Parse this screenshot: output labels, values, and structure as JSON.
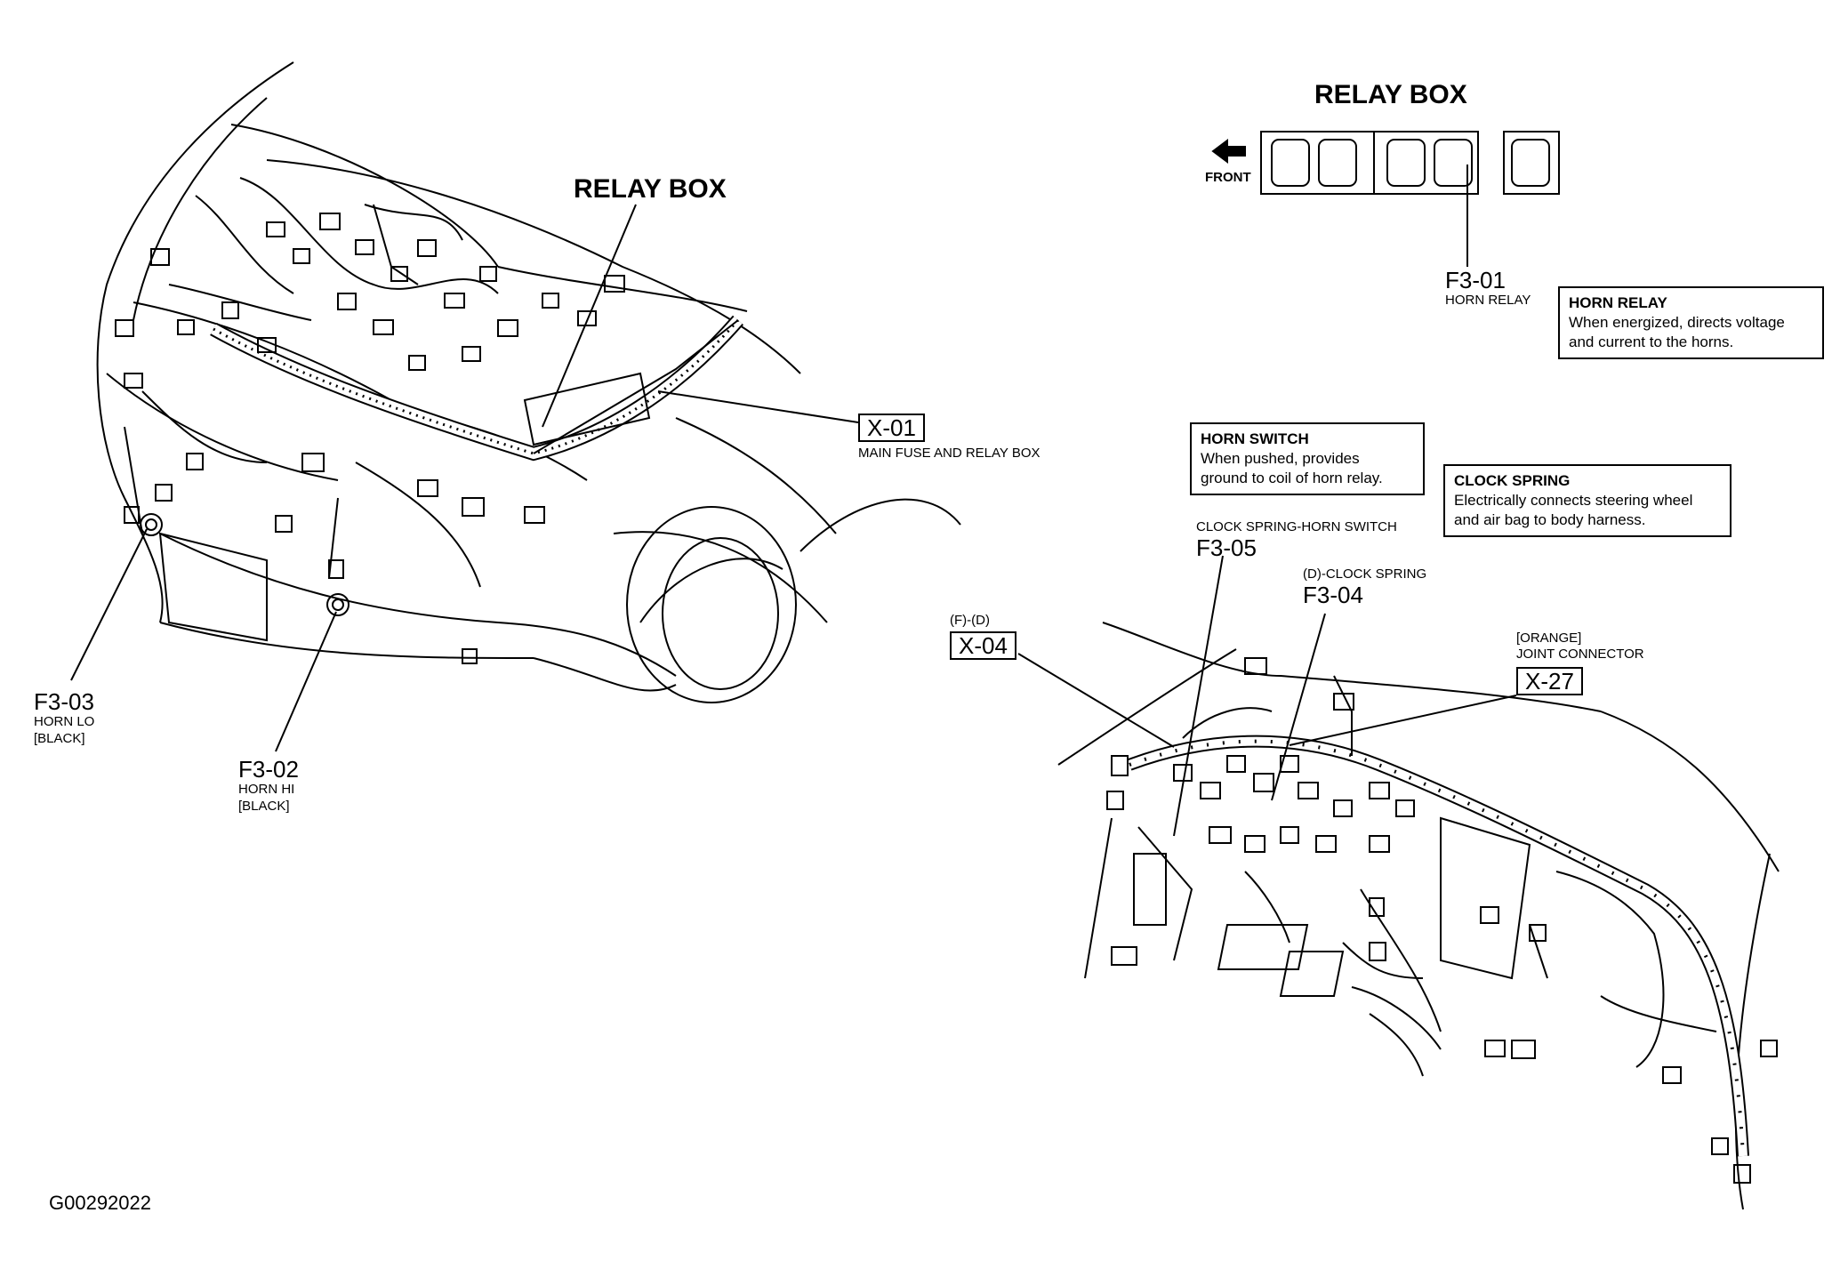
{
  "relay_box_detail": {
    "title": "RELAY BOX",
    "front_label": "FRONT",
    "horn_relay_code": "F3-01",
    "horn_relay_label": "HORN RELAY"
  },
  "engine_bay": {
    "relay_box_title": "RELAY BOX",
    "main_fuse_code": "X-01",
    "main_fuse_label": "MAIN FUSE AND RELAY BOX",
    "horn_lo_code": "F3-03",
    "horn_lo_label": "HORN LO",
    "horn_lo_color": "[BLACK]",
    "horn_hi_code": "F3-02",
    "horn_hi_label": "HORN HI",
    "horn_hi_color": "[BLACK]"
  },
  "notes": {
    "horn_relay": {
      "title": "HORN RELAY",
      "line1": "When energized, directs voltage",
      "line2": "and current to the horns."
    },
    "horn_switch": {
      "title": "HORN SWITCH",
      "line1": "When pushed, provides",
      "line2": "ground to coil of horn relay."
    },
    "clock_spring": {
      "title": "CLOCK SPRING",
      "line1": "Electrically connects steering wheel",
      "line2": "and air bag to body harness."
    }
  },
  "dash": {
    "clock_spring_horn_switch_label": "CLOCK SPRING-HORN SWITCH",
    "clock_spring_horn_switch_code": "F3-05",
    "d_clock_spring_label": "(D)-CLOCK SPRING",
    "d_clock_spring_code": "F3-04",
    "fd_label": "(F)-(D)",
    "fd_code": "X-04",
    "orange_label": "[ORANGE]",
    "joint_connector_label": "JOINT CONNECTOR",
    "joint_connector_code": "X-27"
  },
  "figure_id": "G00292022"
}
